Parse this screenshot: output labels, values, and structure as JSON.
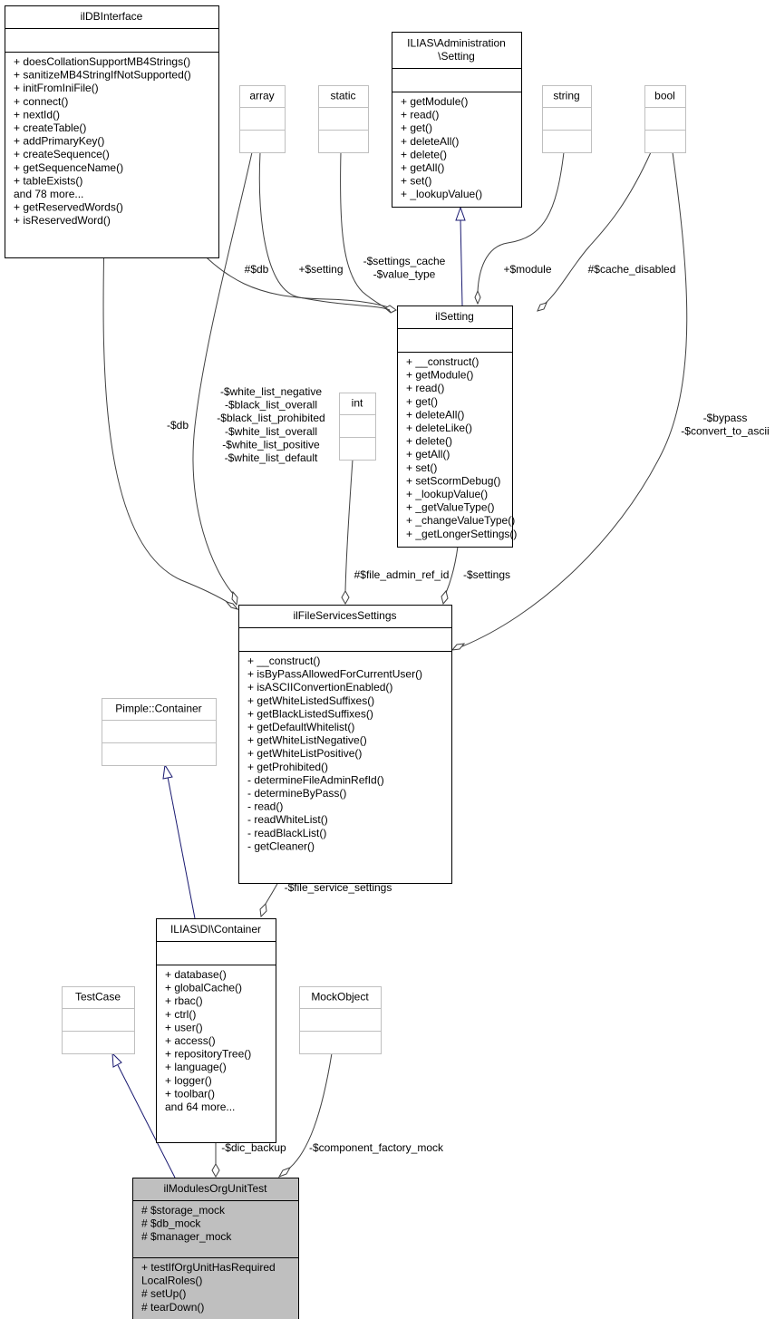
{
  "classes": [
    {
      "id": "ildbinterface",
      "name": "ilDBInterface",
      "name_lines": [
        "ilDBInterface"
      ],
      "style": "normal",
      "attributes": [],
      "methods": [
        "+ doesCollationSupportMB4Strings()",
        "+ sanitizeMB4StringIfNotSupported()",
        "+ initFromIniFile()",
        "+ connect()",
        "+ nextId()",
        "+ createTable()",
        "+ addPrimaryKey()",
        "+ createSequence()",
        "+ getSequenceName()",
        "+ tableExists()",
        "and 78 more...",
        "+ getReservedWords()",
        "+ isReservedWord()"
      ]
    },
    {
      "id": "array",
      "name": "array",
      "name_lines": [
        "array"
      ],
      "style": "external",
      "attributes": [],
      "methods": []
    },
    {
      "id": "static",
      "name": "static",
      "name_lines": [
        "static"
      ],
      "style": "external",
      "attributes": [],
      "methods": []
    },
    {
      "id": "admin-setting",
      "name": "ILIAS\\Administration\\Setting",
      "name_lines": [
        "ILIAS\\Administration",
        "\\Setting"
      ],
      "style": "normal",
      "attributes": [],
      "methods": [
        "+ getModule()",
        "+ read()",
        "+ get()",
        "+ deleteAll()",
        "+ delete()",
        "+ getAll()",
        "+ set()",
        "+ _lookupValue()"
      ]
    },
    {
      "id": "string",
      "name": "string",
      "name_lines": [
        "string"
      ],
      "style": "external",
      "attributes": [],
      "methods": []
    },
    {
      "id": "bool",
      "name": "bool",
      "name_lines": [
        "bool"
      ],
      "style": "external",
      "attributes": [],
      "methods": []
    },
    {
      "id": "ilsetting",
      "name": "ilSetting",
      "name_lines": [
        "ilSetting"
      ],
      "style": "normal",
      "attributes": [],
      "methods": [
        "+ __construct()",
        "+ getModule()",
        "+ read()",
        "+ get()",
        "+ deleteAll()",
        "+ deleteLike()",
        "+ delete()",
        "+ getAll()",
        "+ set()",
        "+ setScormDebug()",
        "+ _lookupValue()",
        "+ _getValueType()",
        "+ _changeValueType()",
        "+ _getLongerSettings()"
      ]
    },
    {
      "id": "int",
      "name": "int",
      "name_lines": [
        "int"
      ],
      "style": "external",
      "attributes": [],
      "methods": []
    },
    {
      "id": "filesettings",
      "name": "ilFileServicesSettings",
      "name_lines": [
        "ilFileServicesSettings"
      ],
      "style": "normal",
      "attributes": [],
      "methods": [
        "+ __construct()",
        "+ isByPassAllowedForCurrentUser()",
        "+ isASCIIConvertionEnabled()",
        "+ getWhiteListedSuffixes()",
        "+ getBlackListedSuffixes()",
        "+ getDefaultWhitelist()",
        "+ getWhiteListNegative()",
        "+ getWhiteListPositive()",
        "+ getProhibited()",
        "- determineFileAdminRefId()",
        "- determineByPass()",
        "- read()",
        "- readWhiteList()",
        "- readBlackList()",
        "- getCleaner()"
      ]
    },
    {
      "id": "pimple",
      "name": "Pimple::Container",
      "name_lines": [
        "Pimple::Container"
      ],
      "style": "external",
      "attributes": [],
      "methods": []
    },
    {
      "id": "di-container",
      "name": "ILIAS\\DI\\Container",
      "name_lines": [
        "ILIAS\\DI\\Container"
      ],
      "style": "normal",
      "attributes": [],
      "methods": [
        "+ database()",
        "+ globalCache()",
        "+ rbac()",
        "+ ctrl()",
        "+ user()",
        "+ access()",
        "+ repositoryTree()",
        "+ language()",
        "+ logger()",
        "+ toolbar()",
        "and 64 more..."
      ]
    },
    {
      "id": "testcase",
      "name": "TestCase",
      "name_lines": [
        "TestCase"
      ],
      "style": "external",
      "attributes": [],
      "methods": []
    },
    {
      "id": "mockobject",
      "name": "MockObject",
      "name_lines": [
        "MockObject"
      ],
      "style": "external",
      "attributes": [],
      "methods": []
    },
    {
      "id": "orgunit-test",
      "name": "ilModulesOrgUnitTest",
      "name_lines": [
        "ilModulesOrgUnitTest"
      ],
      "style": "focus",
      "attributes": [
        "# $storage_mock",
        "# $db_mock",
        "# $manager_mock"
      ],
      "methods": [
        "+ testIfOrgUnitHasRequired",
        "LocalRoles()",
        "# setUp()",
        "# tearDown()"
      ]
    }
  ],
  "edge_labels": [
    {
      "id": "lbl-db-setting",
      "lines": [
        "#$db"
      ]
    },
    {
      "id": "lbl-setting",
      "lines": [
        "+$setting"
      ]
    },
    {
      "id": "lbl-settings-cache",
      "lines": [
        "-$settings_cache",
        "-$value_type"
      ]
    },
    {
      "id": "lbl-module",
      "lines": [
        "+$module"
      ]
    },
    {
      "id": "lbl-cache-disabled",
      "lines": [
        "#$cache_disabled"
      ]
    },
    {
      "id": "lbl-db-file",
      "lines": [
        "-$db"
      ]
    },
    {
      "id": "lbl-lists",
      "lines": [
        "-$white_list_negative",
        "-$black_list_overall",
        "-$black_list_prohibited",
        "-$white_list_overall",
        "-$white_list_positive",
        "-$white_list_default"
      ]
    },
    {
      "id": "lbl-bypass",
      "lines": [
        "-$bypass",
        "-$convert_to_ascii"
      ]
    },
    {
      "id": "lbl-file-admin",
      "lines": [
        "#$file_admin_ref_id"
      ]
    },
    {
      "id": "lbl-settings",
      "lines": [
        "-$settings"
      ]
    },
    {
      "id": "lbl-file-service-settings",
      "lines": [
        "-$file_service_settings"
      ]
    },
    {
      "id": "lbl-dic-backup",
      "lines": [
        "-$dic_backup"
      ]
    },
    {
      "id": "lbl-component-factory",
      "lines": [
        "-$component_factory_mock"
      ]
    }
  ],
  "colors": {
    "box_border": "#000000",
    "external_border": "#bfbfbf",
    "focus_fill": "#bfbfbf",
    "edge": "#404040",
    "inherit_edge": "#191970",
    "text": "#000000",
    "external_text": "#000000"
  }
}
